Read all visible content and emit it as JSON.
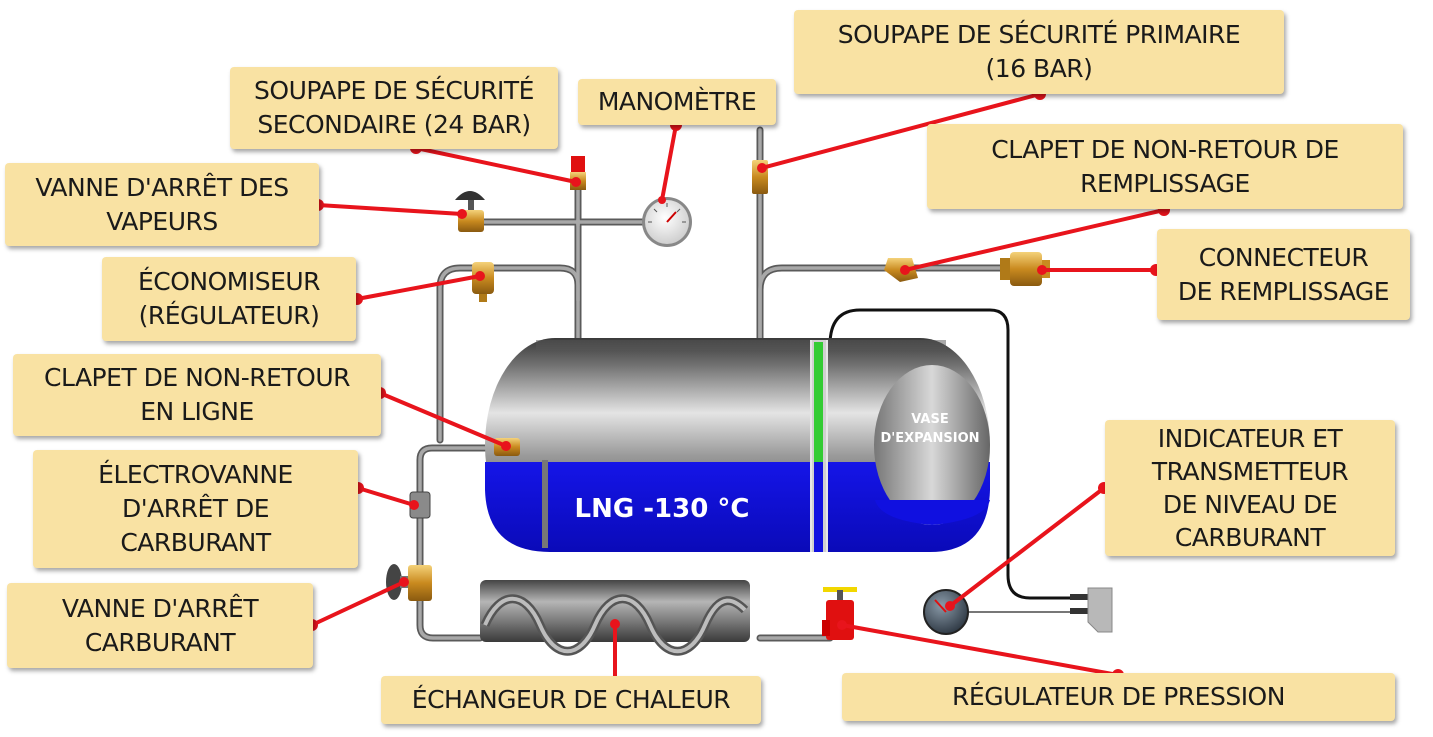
{
  "labels": {
    "safety_valve_secondary": [
      "SOUPAPE DE SÉCURITÉ",
      "SECONDAIRE (24 BAR)"
    ],
    "pressure_gauge": [
      "MANOMÈTRE"
    ],
    "safety_valve_primary": [
      "SOUPAPE DE SÉCURITÉ PRIMAIRE",
      "(16 BAR)"
    ],
    "vapor_shutoff_valve": [
      "VANNE D'ARRÊT DES",
      "VAPEURS"
    ],
    "economizer": [
      "ÉCONOMISEUR",
      "(RÉGULATEUR)"
    ],
    "fill_check_valve": [
      "CLAPET DE NON-RETOUR DE",
      "REMPLISSAGE"
    ],
    "fill_connector": [
      "CONNECTEUR",
      "DE REMPLISSAGE"
    ],
    "inline_check_valve": [
      "CLAPET DE NON-RETOUR",
      "EN LIGNE"
    ],
    "fuel_solenoid_valve": [
      "ÉLECTROVANNE",
      "D'ARRÊT DE",
      "CARBURANT"
    ],
    "fuel_level_indicator": [
      "INDICATEUR ET",
      "TRANSMETTEUR",
      "DE NIVEAU DE",
      "CARBURANT"
    ],
    "fuel_shutoff_valve": [
      "VANNE D'ARRÊT",
      "CARBURANT"
    ],
    "heat_exchanger": [
      "ÉCHANGEUR DE CHALEUR"
    ],
    "pressure_regulator": [
      "RÉGULATEUR DE PRESSION"
    ]
  },
  "tank": {
    "content_label": "LNG -130 °C",
    "expansion_vessel_label": [
      "VASE",
      "D'EXPANSION"
    ]
  },
  "colors": {
    "label_bg": "#f9e2a3",
    "leader_line": "#e8141c",
    "lng_blue": "#1010e0",
    "pipe": "#8a8a8a",
    "level_tube": "#33cc33"
  }
}
